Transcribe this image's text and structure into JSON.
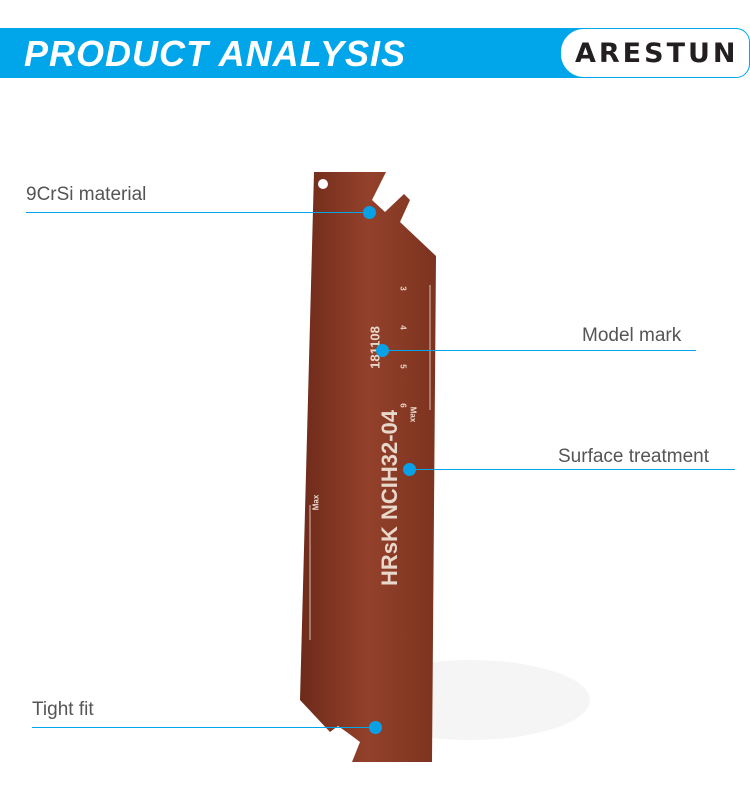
{
  "header": {
    "title": "PRODUCT ANALYSIS",
    "brand": "ARESTUN"
  },
  "callouts": [
    {
      "label": "9CrSi material"
    },
    {
      "label": "Model mark"
    },
    {
      "label": "Surface treatment"
    },
    {
      "label": "Tight fit"
    }
  ],
  "blade": {
    "model": "HRsK  NCIH32-04",
    "code": "181108",
    "scale_max": "Max",
    "scale_ticks": [
      "3",
      "4",
      "5",
      "6"
    ]
  },
  "colors": {
    "accent": "#00a6e9",
    "blade": "#8a3a26"
  }
}
